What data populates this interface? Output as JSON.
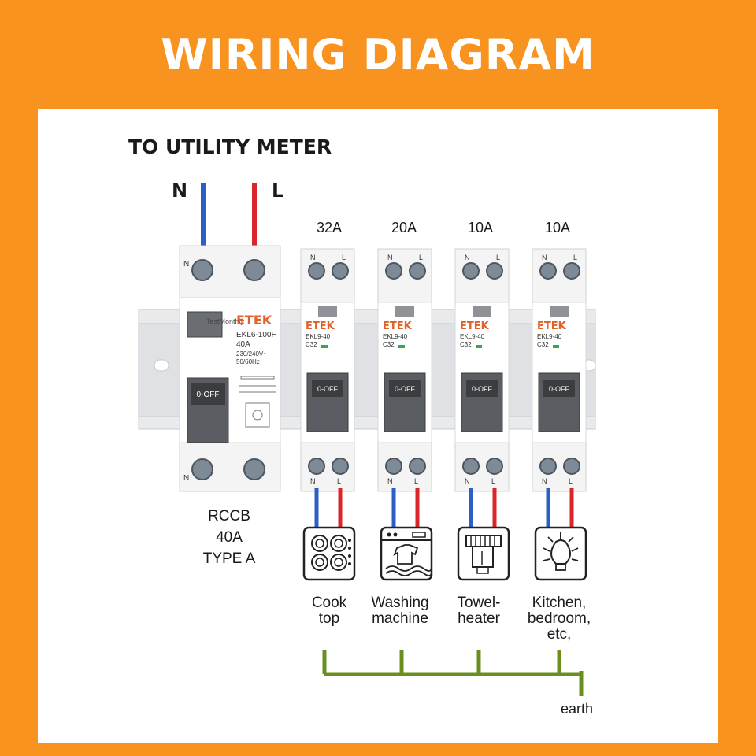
{
  "title": "WIRING DIAGRAM",
  "supply": {
    "label": "TO UTILITY METER",
    "neutral": "N",
    "live": "L"
  },
  "rccb": {
    "brand": "ETEK",
    "model": "EKL6-100H",
    "rating": "40A",
    "voltage": "230/240V~",
    "freq": "50/60Hz",
    "test_label": "TestMonthly",
    "switch_label": "0-OFF",
    "caption": [
      "RCCB",
      "40A",
      "TYPE A"
    ],
    "terminal_top": "N",
    "terminal_bottom": "N"
  },
  "breakers": [
    {
      "rating": "32A",
      "brand": "ETEK",
      "model": "EKL9-40",
      "curve": "C32",
      "switch_label": "0-OFF",
      "load_lines": [
        "Cook",
        "top"
      ],
      "load_icon": "cooktop-icon"
    },
    {
      "rating": "20A",
      "brand": "ETEK",
      "model": "EKL9-40",
      "curve": "C32",
      "switch_label": "0-OFF",
      "load_lines": [
        "Washing",
        "machine"
      ],
      "load_icon": "washing-machine-icon"
    },
    {
      "rating": "10A",
      "brand": "ETEK",
      "model": "EKL9-40",
      "curve": "C32",
      "switch_label": "0-OFF",
      "load_lines": [
        "Towel-",
        "heater"
      ],
      "load_icon": "towel-heater-icon"
    },
    {
      "rating": "10A",
      "brand": "ETEK",
      "model": "EKL9-40",
      "curve": "C32",
      "switch_label": "0-OFF",
      "load_lines": [
        "Kitchen,",
        "bedroom,",
        "etc,"
      ],
      "load_icon": "light-bulb-icon"
    }
  ],
  "terminal_labels": {
    "n": "N",
    "l": "L"
  },
  "earth_label": "earth",
  "colors": {
    "background": "#f7931e",
    "neutral_wire": "#2b5fc6",
    "live_wire": "#d9262b",
    "earth_wire": "#6a8f1e",
    "brand": "#e0622a"
  }
}
